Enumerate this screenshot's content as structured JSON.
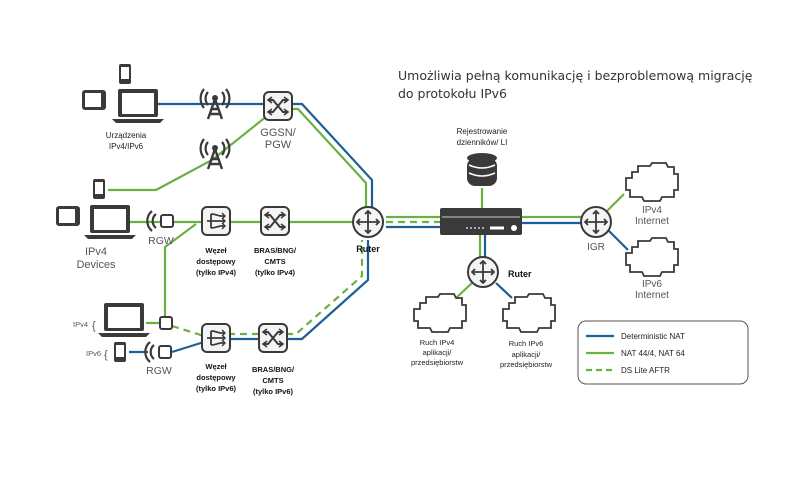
{
  "title": {
    "line1": "Umożliwia pełną komunikację i bezproblemową migrację",
    "line2": "do protokołu IPv6"
  },
  "nodes": {
    "devices_dual": {
      "line1": "Urządzenia",
      "line2": "IPv4/IPv6"
    },
    "ggsn": {
      "line1": "GGSN/",
      "line2": "PGW"
    },
    "devices_ipv4": {
      "line1": "IPv4",
      "line2": "Devices"
    },
    "rgw_top": "RGW",
    "access_ipv4": {
      "line1": "Węzeł",
      "line2": "dostępowy",
      "line3": "(tylko IPv4)"
    },
    "bras_ipv4": {
      "line1": "BRAS/BNG/",
      "line2": "CMTS",
      "line3": "(tylko IPv4)"
    },
    "router_main": "Ruter",
    "logging": {
      "line1": "Rejestrowanie",
      "line2": "dzienników/ LI"
    },
    "igr": "IGR",
    "ipv4_internet": {
      "line1": "IPv4",
      "line2": "Internet"
    },
    "ipv6_internet": {
      "line1": "IPv6",
      "line2": "Internet"
    },
    "router_app": "Ruter",
    "app_ipv4": {
      "line1": "Ruch IPv4",
      "line2": "aplikacji/",
      "line3": "przedsiębiorstw"
    },
    "app_ipv6": {
      "line1": "Ruch IPv6",
      "line2": "aplikacji/",
      "line3": "przedsiębiorstw"
    },
    "ipv4_brace": "IPv4",
    "ipv6_brace": "IPv6",
    "rgw_bottom": "RGW",
    "access_ipv6": {
      "line1": "Węzeł",
      "line2": "dostępowy",
      "line3": "(tylko IPv6)"
    },
    "bras_ipv6": {
      "line1": "BRAS/BNG/",
      "line2": "CMTS",
      "line3": "(tylko IPv6)"
    }
  },
  "legend": {
    "items": [
      {
        "label": "Deterministic NAT",
        "style": "solid",
        "color": "#1c5f96"
      },
      {
        "label": "NAT 44/4, NAT 64",
        "style": "solid",
        "color": "#6ab043"
      },
      {
        "label": "DS Lite AFTR",
        "style": "dashed",
        "color": "#6ab043"
      }
    ]
  },
  "colors": {
    "blue": "#1c5f96",
    "green": "#6ab043",
    "icon": "#3a3a3a"
  }
}
